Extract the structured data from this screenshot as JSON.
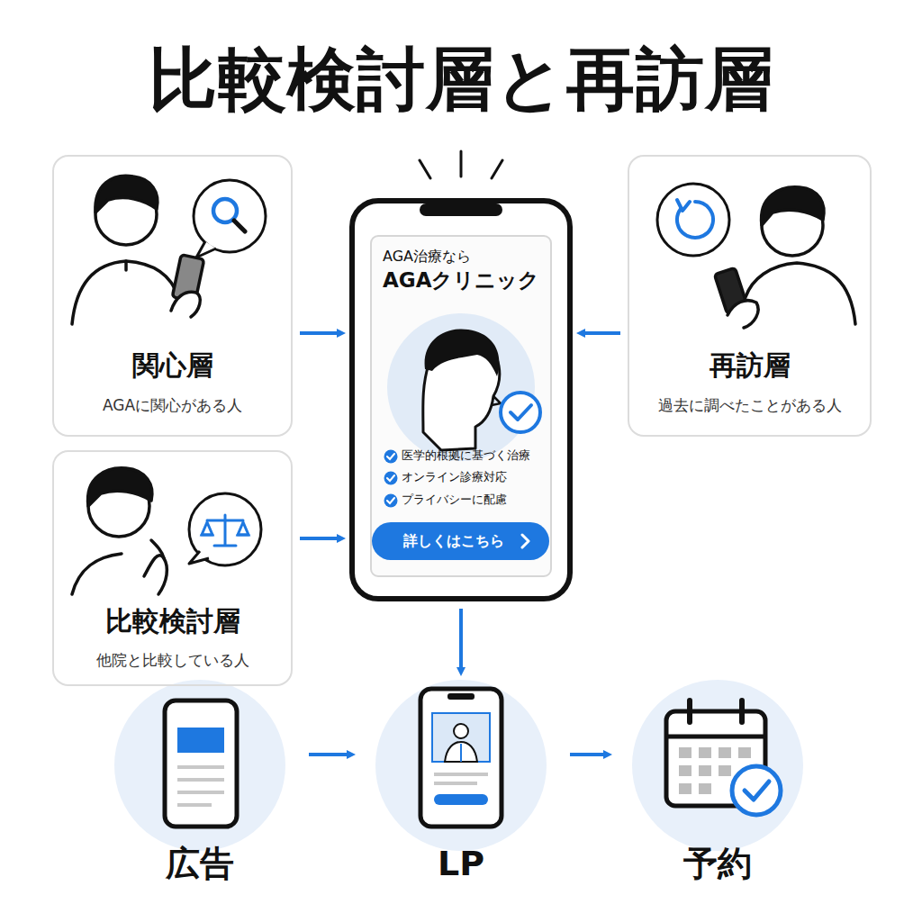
{
  "diagram": {
    "title": "比較検討層と再訪層",
    "nodes": [
      {
        "text": [
          "関心層",
          "AGAに関心がある人"
        ]
      },
      {
        "text": [
          "比較検討層",
          "他院と比較している人"
        ]
      },
      {
        "text": [
          "再訪層",
          "過去に調べたことがある人"
        ]
      },
      {
        "text": [
          "AGA治療なら",
          "AGAクリニック",
          "医学的根拠に基づく治療",
          "オンライン診療対応",
          "プライバシーに配慮"
        ]
      },
      {
        "text": [
          "詳しくはこちら"
        ],
        "in": 3
      },
      {
        "text": [
          "広告"
        ]
      },
      {
        "text": [
          "LP"
        ]
      },
      {
        "text": [
          "予約"
        ]
      }
    ],
    "edges": [
      {
        "from": 0,
        "to": 3,
        "arrow": "to"
      },
      {
        "from": 1,
        "to": 3,
        "arrow": "to"
      },
      {
        "from": 2,
        "to": 3,
        "arrow": "to"
      },
      {
        "from": 3,
        "to": 6,
        "arrow": "to"
      },
      {
        "from": 5,
        "to": 6,
        "arrow": "to"
      },
      {
        "from": 6,
        "to": 7,
        "arrow": "to"
      }
    ]
  }
}
